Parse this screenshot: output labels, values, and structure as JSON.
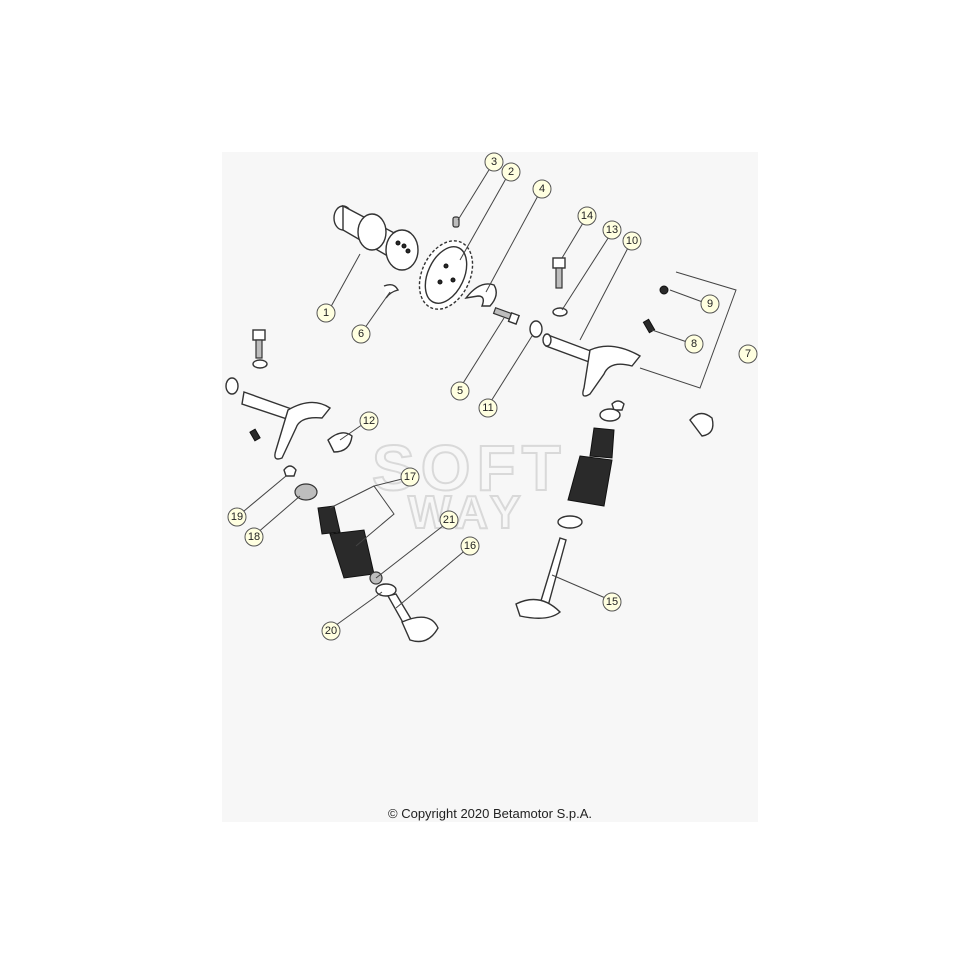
{
  "callouts": [
    {
      "id": "1",
      "label": "1"
    },
    {
      "id": "2",
      "label": "2"
    },
    {
      "id": "3",
      "label": "3"
    },
    {
      "id": "4",
      "label": "4"
    },
    {
      "id": "5",
      "label": "5"
    },
    {
      "id": "6",
      "label": "6"
    },
    {
      "id": "7",
      "label": "7"
    },
    {
      "id": "8",
      "label": "8"
    },
    {
      "id": "9",
      "label": "9"
    },
    {
      "id": "10",
      "label": "10"
    },
    {
      "id": "11",
      "label": "11"
    },
    {
      "id": "12",
      "label": "12"
    },
    {
      "id": "13",
      "label": "13"
    },
    {
      "id": "14",
      "label": "14"
    },
    {
      "id": "15",
      "label": "15"
    },
    {
      "id": "16",
      "label": "16"
    },
    {
      "id": "17",
      "label": "17"
    },
    {
      "id": "18",
      "label": "18"
    },
    {
      "id": "19",
      "label": "19"
    },
    {
      "id": "20",
      "label": "20"
    },
    {
      "id": "21",
      "label": "21"
    }
  ],
  "footer": {
    "copyright": "© Copyright 2020 Betamotor S.p.A."
  },
  "colors": {
    "callout_fill": "#ffffe0",
    "sheet_bg": "#f7f7f7"
  }
}
